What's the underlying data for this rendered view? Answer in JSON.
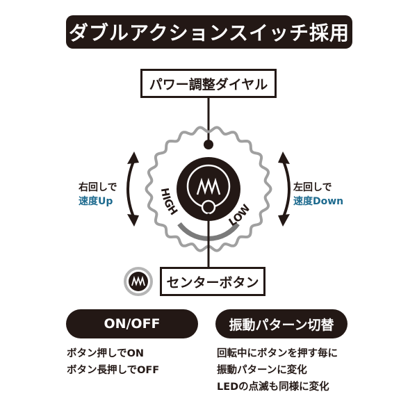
{
  "title": "ダブルアクションスイッチ採用",
  "labels": {
    "power_dial": "パワー調整ダイヤル",
    "center_button": "センターボタン"
  },
  "dial": {
    "high_label": "HIGH",
    "low_label": "LOW",
    "icon": "zigzag-wave-icon"
  },
  "left_side": {
    "line1": "右回しで",
    "line2": "速度Up"
  },
  "right_side": {
    "line1": "左回しで",
    "line2": "速度Down"
  },
  "sections": [
    {
      "pill": "ON/OFF",
      "lines": [
        "ボタン押しでON",
        "ボタン長押しでOFF"
      ]
    },
    {
      "pill": "振動パターン切替",
      "lines": [
        "回転中にボタンを押す毎に",
        "振動パターンに変化",
        "LEDの点滅も同様に変化"
      ]
    }
  ],
  "colors": {
    "dark": "#231815",
    "accent_blue": "#1d6a8e",
    "dial_gray": "#9b9b9b"
  }
}
